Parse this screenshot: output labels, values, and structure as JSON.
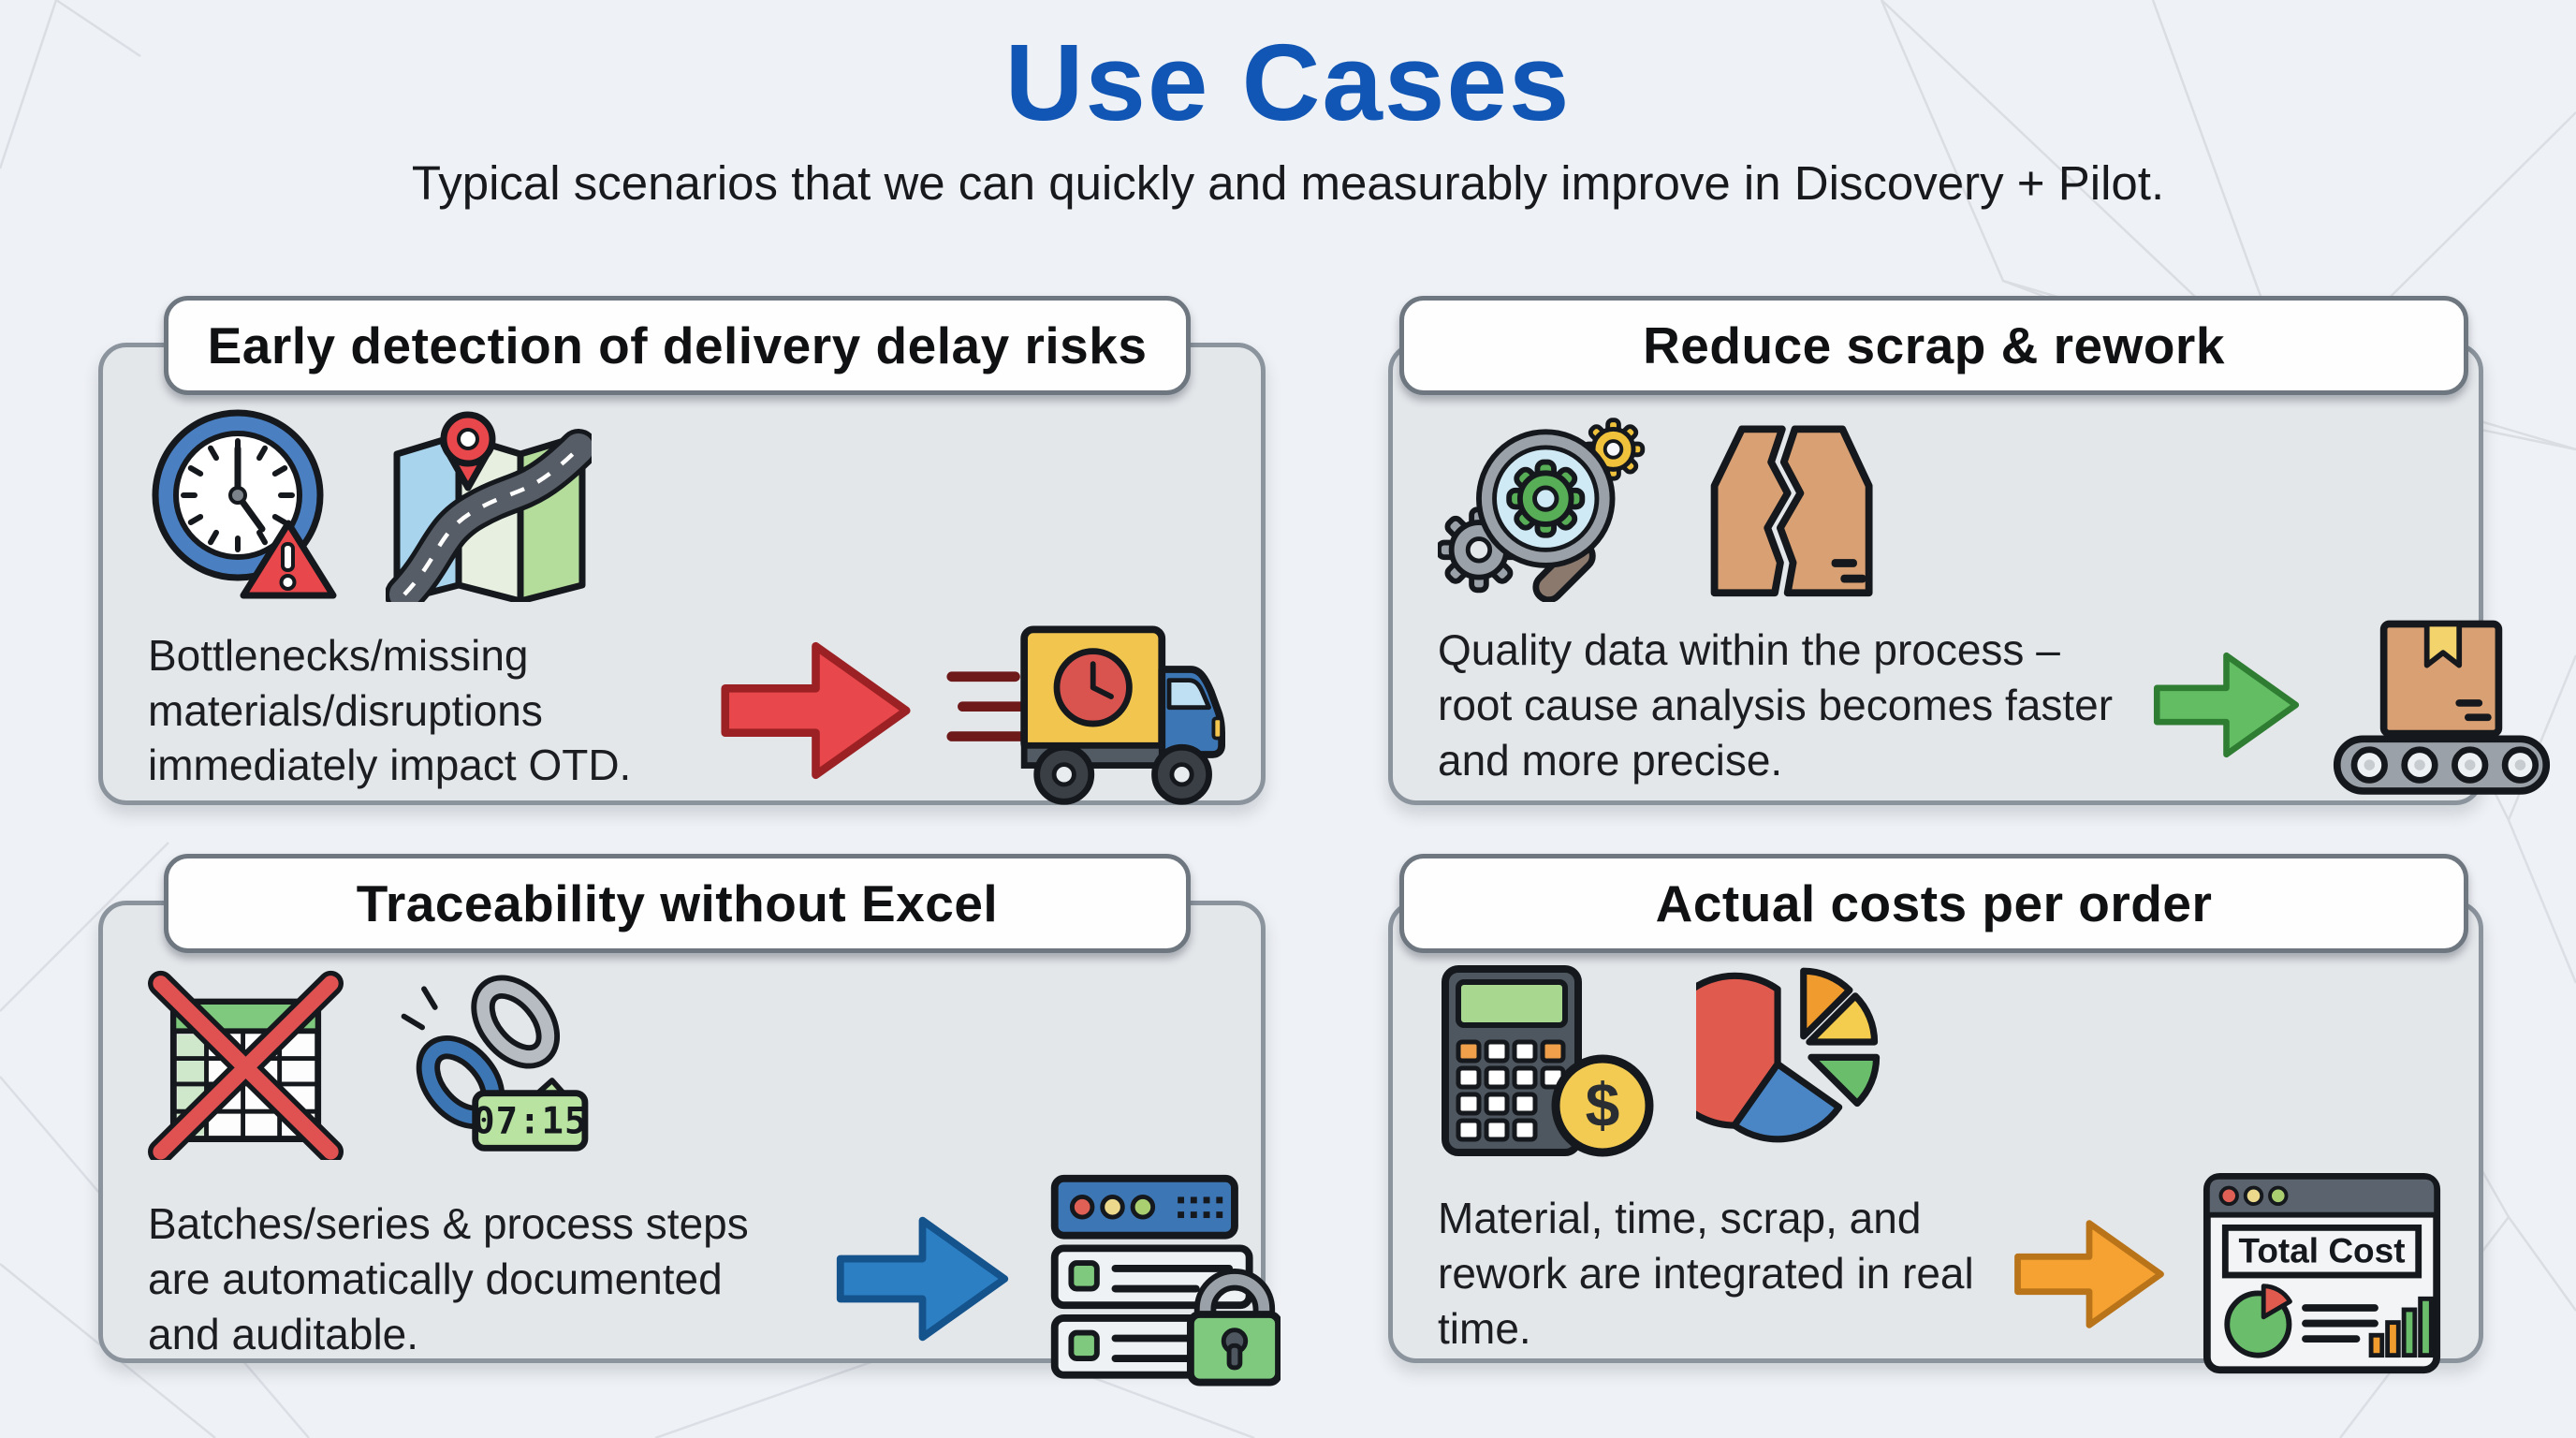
{
  "page": {
    "title": "Use Cases",
    "subtitle": "Typical scenarios that we can quickly and measurably improve in Discovery + Pilot.",
    "title_color": "#1156b4",
    "background_color": "#eef1f5",
    "card_body_color": "#e4e7ea",
    "card_pill_color": "#fefefe"
  },
  "cards": [
    {
      "title": "Early detection of delivery delay risks",
      "body": "Bottlenecks/missing materials/disruptions immediately impact OTD.",
      "icons": [
        "clock-warning-icon",
        "map-route-icon"
      ],
      "result_icon": "delivery-truck-icon",
      "arrow": {
        "fill": "#e8474b",
        "stroke": "#9c2124"
      }
    },
    {
      "title": "Reduce scrap & rework",
      "body": "Quality data within the process – root cause analysis becomes faster and more precise.",
      "icons": [
        "magnifier-gears-icon",
        "broken-box-icon"
      ],
      "result_icon": "conveyor-box-icon",
      "arrow": {
        "fill": "#63bd63",
        "stroke": "#2f7d33"
      }
    },
    {
      "title": "Traceability without Excel",
      "body": "Batches/series & process steps are automatically documented and auditable.",
      "icons": [
        "excel-crossed-icon",
        "chain-timestamp-icon"
      ],
      "result_icon": "server-lock-icon",
      "arrow": {
        "fill": "#2d7fc3",
        "stroke": "#14538c"
      },
      "timestamp": "07:15"
    },
    {
      "title": "Actual costs per order",
      "body": "Material, time, scrap, and rework are integrated in real time.",
      "icons": [
        "calculator-dollar-icon",
        "cost-pie-icon"
      ],
      "result_icon": "total-cost-dashboard-icon",
      "arrow": {
        "fill": "#f5a233",
        "stroke": "#b9741a"
      },
      "currency_symbol": "$",
      "dashboard_label": "Total Cost"
    }
  ]
}
